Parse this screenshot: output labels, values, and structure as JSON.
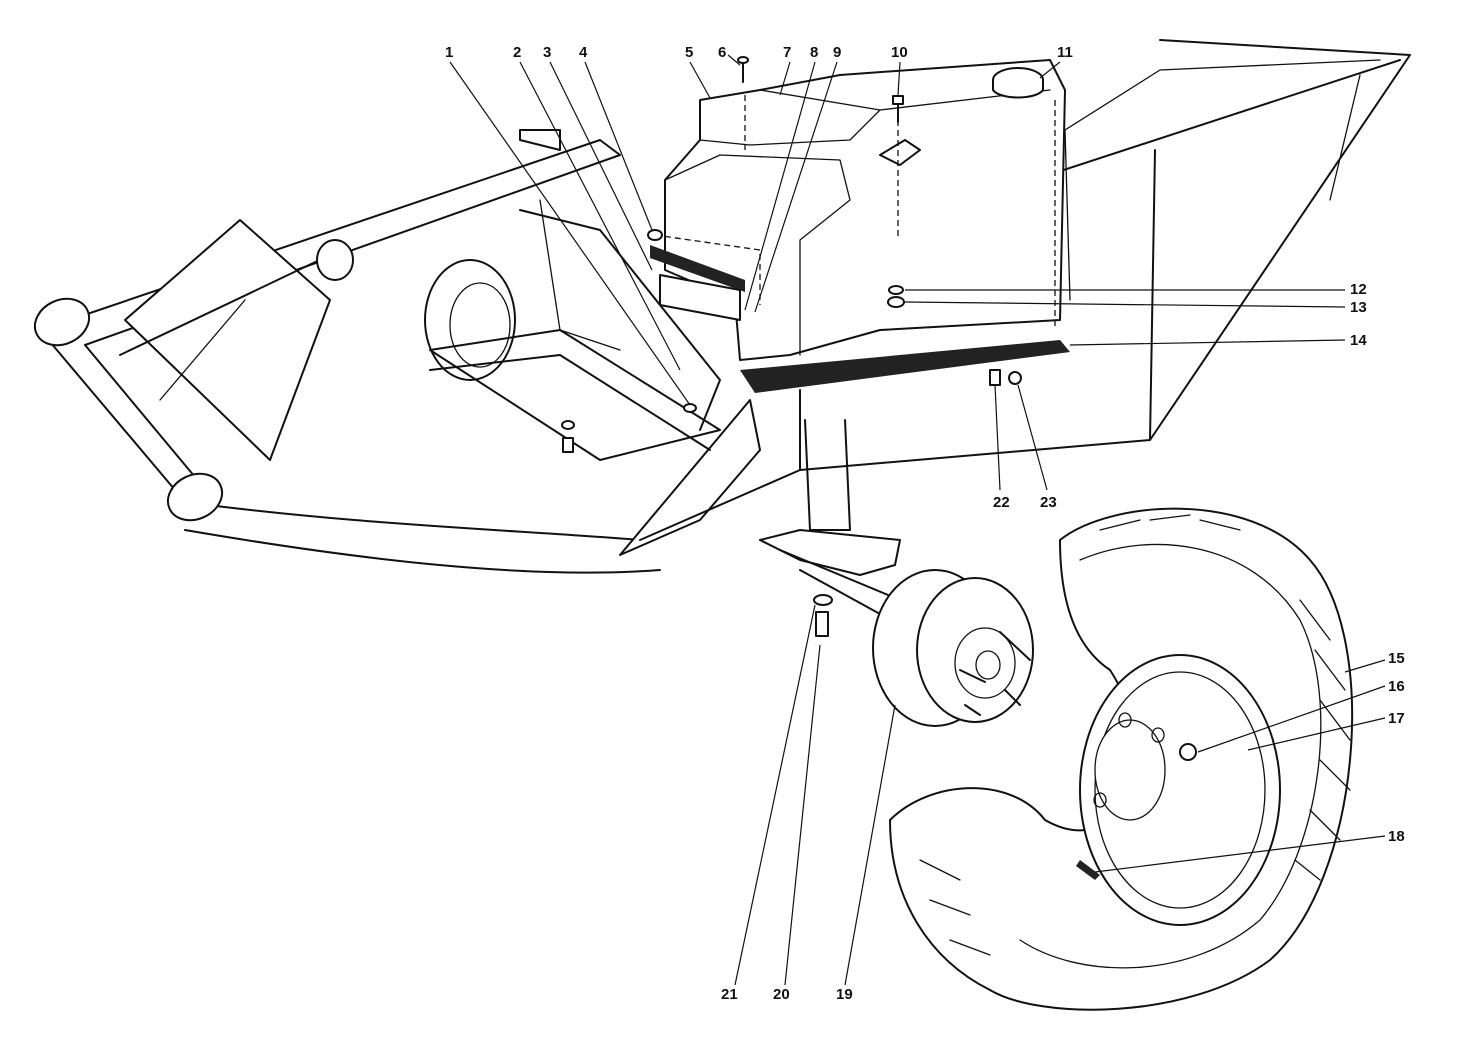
{
  "callouts": [
    {
      "num": "1"
    },
    {
      "num": "2"
    },
    {
      "num": "3"
    },
    {
      "num": "4"
    },
    {
      "num": "5"
    },
    {
      "num": "6"
    },
    {
      "num": "7"
    },
    {
      "num": "8"
    },
    {
      "num": "9"
    },
    {
      "num": "10"
    },
    {
      "num": "11"
    },
    {
      "num": "12"
    },
    {
      "num": "13"
    },
    {
      "num": "14"
    },
    {
      "num": "15"
    },
    {
      "num": "16"
    },
    {
      "num": "17"
    },
    {
      "num": "18"
    },
    {
      "num": "19"
    },
    {
      "num": "20"
    },
    {
      "num": "21"
    },
    {
      "num": "22"
    },
    {
      "num": "23"
    }
  ]
}
